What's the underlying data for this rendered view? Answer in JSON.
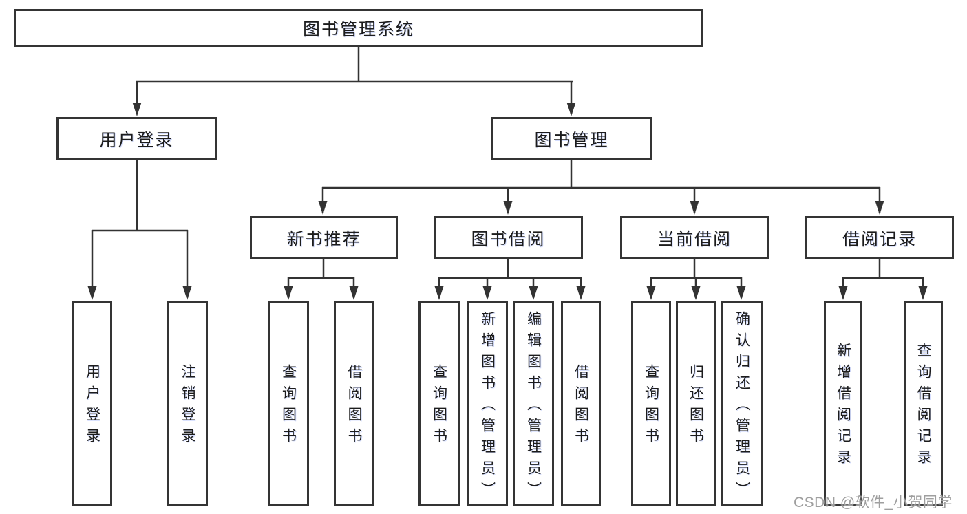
{
  "tree": {
    "label": "图书管理系统",
    "children": [
      {
        "label": "用户登录",
        "children": [
          {
            "label": "用户登录"
          },
          {
            "label": "注销登录"
          }
        ]
      },
      {
        "label": "图书管理",
        "children": [
          {
            "label": "新书推荐",
            "children": [
              {
                "label": "查询图书"
              },
              {
                "label": "借阅图书"
              }
            ]
          },
          {
            "label": "图书借阅",
            "children": [
              {
                "label": "查询图书"
              },
              {
                "label": "新增图书（管理员）"
              },
              {
                "label": "编辑图书（管理员）"
              },
              {
                "label": "借阅图书"
              }
            ]
          },
          {
            "label": "当前借阅",
            "children": [
              {
                "label": "查询图书"
              },
              {
                "label": "归还图书"
              },
              {
                "label": "确认归还（管理员）"
              }
            ]
          },
          {
            "label": "借阅记录",
            "children": [
              {
                "label": "新增借阅记录"
              },
              {
                "label": "查询借阅记录"
              }
            ]
          }
        ]
      }
    ]
  },
  "watermark": {
    "text": "CSDN @软件_小贺同学"
  },
  "colors": {
    "line": "#333333",
    "box_border": "#343434",
    "text": "#1c1c1c",
    "watermark": "#9f9f9f",
    "background": "#ffffff"
  }
}
